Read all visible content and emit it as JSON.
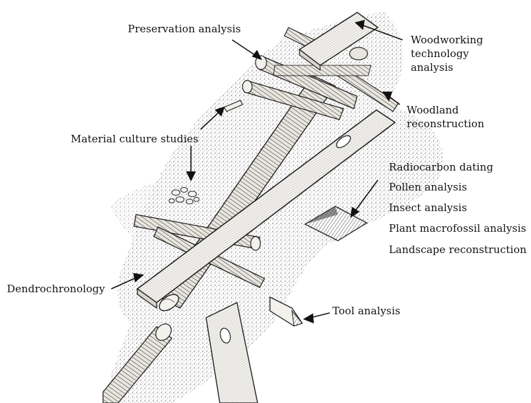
{
  "labels": {
    "preservation": "Preservation analysis",
    "woodworking": [
      "Woodworking",
      "technology",
      "analysis"
    ],
    "woodland": [
      "Woodland",
      "reconstruction"
    ],
    "material_culture": "Material culture studies",
    "radiocarbon": "Radiocarbon dating",
    "pollen": "Pollen analysis",
    "insect": "Insect analysis",
    "plant_macrofossil": "Plant macrofossil analysis",
    "landscape": "Landscape reconstruction",
    "dendrochronology": "Dendrochronology",
    "tool": "Tool analysis"
  },
  "colors": {
    "ink": "#111111",
    "wood_light": "#f4f2ee",
    "wood_line": "#222222",
    "ground_speckle": "#8a8a8a"
  }
}
